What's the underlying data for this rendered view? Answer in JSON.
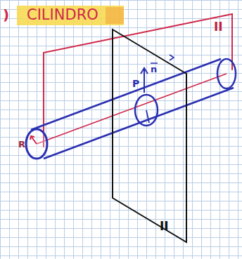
{
  "diagram": {
    "title": "CILINDRO",
    "labels": [
      ")",
      "II",
      "P",
      "n",
      "R",
      "II"
    ]
  }
}
